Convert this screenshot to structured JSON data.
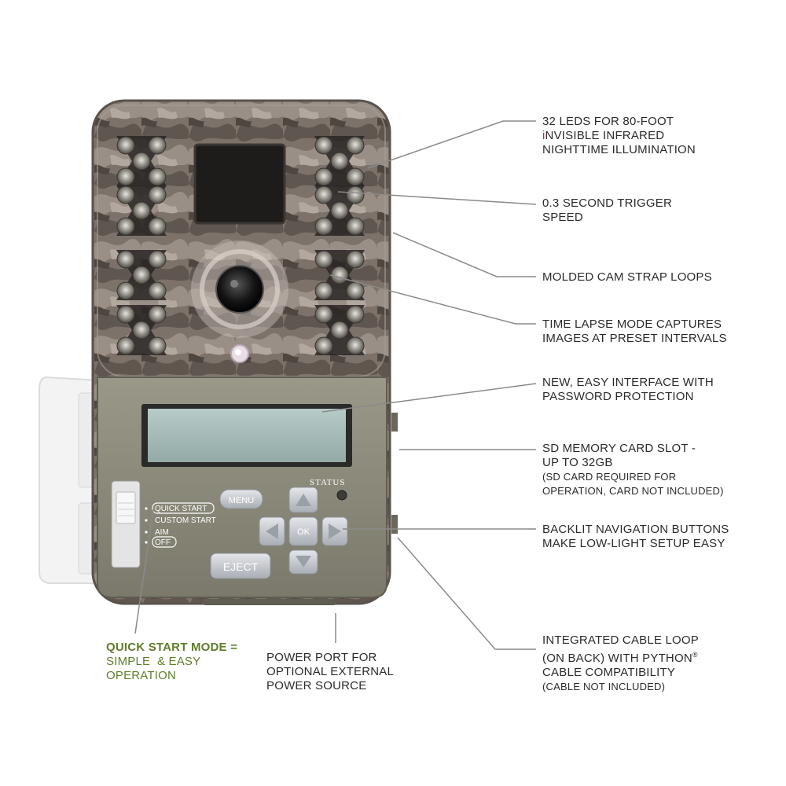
{
  "callouts": {
    "leds": {
      "lead_letter": "i",
      "line1": "32 LEDS FOR 80-FOOT",
      "line2_rest": "NVISIBLE INFRARED",
      "line3": "NIGHTTIME ILLUMINATION"
    },
    "trigger": {
      "line1": "0.3 SECOND TRIGGER",
      "line2": "SPEED"
    },
    "strap": {
      "line1": "MOLDED CAM STRAP LOOPS"
    },
    "time_lapse": {
      "line1": "TIME LAPSE MODE CAPTURES",
      "line2": "IMAGES AT PRESET INTERVALS"
    },
    "interface": {
      "line1": "NEW, EASY INTERFACE WITH",
      "line2": "PASSWORD PROTECTION"
    },
    "sd_card": {
      "line1": "SD MEMORY CARD SLOT -",
      "line2": "UP TO 32GB",
      "line3": "(SD CARD REQUIRED FOR",
      "line4": "OPERATION, CARD NOT INCLUDED)"
    },
    "backlit": {
      "line1": "BACKLIT NAVIGATION BUTTONS",
      "line2": "MAKE LOW-LIGHT SETUP EASY"
    },
    "cable": {
      "line1": "INTEGRATED CABLE LOOP",
      "line2": "(ON BACK) WITH PYTHON",
      "registered": "®",
      "line3": "CABLE COMPATIBILITY",
      "line4": "(CABLE NOT INCLUDED)"
    },
    "quick_start": {
      "line1": "QUICK START MODE =",
      "line2": "SIMPLE  & EASY",
      "line3": "OPERATION"
    },
    "power": {
      "line1": "POWER PORT FOR",
      "line2": "OPTIONAL EXTERNAL",
      "line3": "POWER SOURCE"
    }
  },
  "device": {
    "status_label": "STATUS",
    "menu_label": "MENU",
    "ok_label": "OK",
    "eject_label": "EJECT",
    "modes": [
      "QUICK START",
      "CUSTOM START",
      "AIM",
      "OFF"
    ]
  },
  "colors": {
    "camo_base": "#7d726a",
    "panel": "#8c8a7c",
    "screen": "#a9bfbd",
    "accent_green": "#5f7d2a",
    "accent_red": "#c4262e",
    "leader": "#8a8a8a"
  }
}
